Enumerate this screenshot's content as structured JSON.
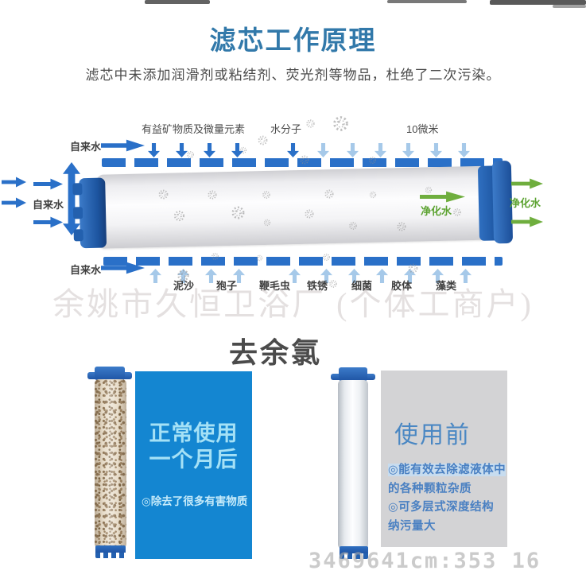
{
  "header": {
    "title": "滤芯工作原理",
    "subtitle": "滤芯中未添加润滑剂或粘结剂、荧光剂等物品，杜绝了二次污染。"
  },
  "diagram": {
    "top_labels": {
      "minerals": "有益矿物质及微量元素",
      "water_molecule": "水分子",
      "micron": "10微米"
    },
    "tap_water": "自来水",
    "purified_water": "净化水",
    "contaminants": [
      "泥沙",
      "狍子",
      "鞭毛虫",
      "铁锈",
      "细菌",
      "胶体",
      "藻类"
    ]
  },
  "watermark_top": "余姚市久恒卫浴厂 (个体工商户)",
  "section_chlorine": {
    "title": "去余氯",
    "used_box": {
      "heading_line1": "正常使用",
      "heading_line2": "一个月后",
      "bullet": "◎除去了很多有害物质",
      "bg_color": "#1486d1"
    },
    "before_box": {
      "title": "使用前",
      "lines": [
        "◎能有效去除滤液体中",
        "的各种颗粒杂质",
        "◎可多层式深度结构",
        "纳污量大"
      ],
      "bg_color": "#d3d3d5"
    }
  },
  "watermark_bottom": "3469641cm:353 16",
  "colors": {
    "title_blue": "#3279aa",
    "flow_blue": "#2a70c8",
    "flow_light_blue": "#a6c9e9",
    "purified_green": "#6fae3e",
    "used_box_bg": "#1486d1",
    "before_box_bg": "#d3d3d5"
  }
}
